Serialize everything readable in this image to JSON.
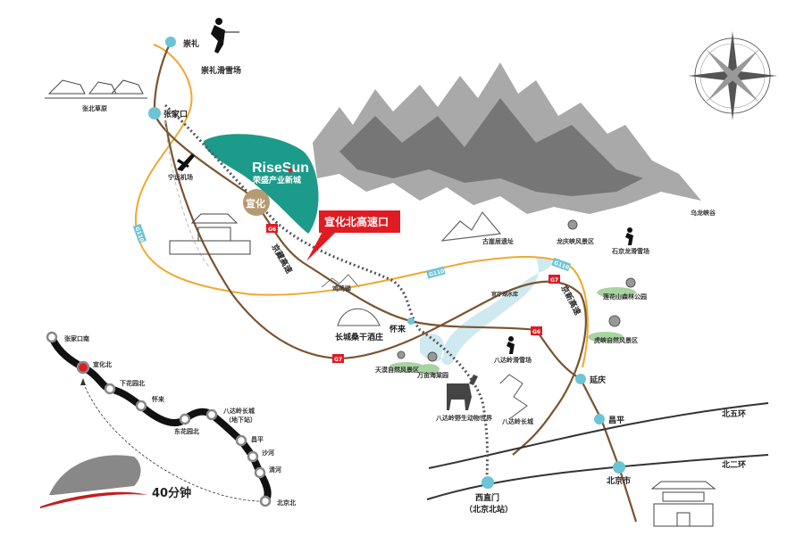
{
  "colors": {
    "road": "#7a5430",
    "g110": "#f0a830",
    "station": "#6cc4d4",
    "teal_zone": "#1c9a8a",
    "callout": "#e01b22",
    "xuanhua": "#b59a72",
    "reservoir": "#cfe9f1",
    "park": "#a9d3a3",
    "rail_inset": "#111111",
    "highlight_station": "#e01b22"
  },
  "brand": {
    "logo_text": "RiseSun",
    "subtitle": "荣盛产业新城"
  },
  "callout": "宣化北高速口",
  "xuanhua": "宣化",
  "highway_badges": {
    "g6": "G6",
    "g7": "G7",
    "g110": "G110"
  },
  "highway_names": {
    "jingzang": "京藏高速",
    "jingxin": "京新高速"
  },
  "stations": {
    "chongli": "崇礼",
    "zhangjiakou": "张家口",
    "huailai": "怀来",
    "yanqing": "延庆",
    "changping": "昌平",
    "beijing": "北京市",
    "xizhimen": "西直门",
    "xizhimen_sub": "（北京北站）"
  },
  "ring_roads": {
    "fifth": "北五环",
    "second": "北二环"
  },
  "landmarks": {
    "chongli_ski": "崇礼滑雪场",
    "zhangbei": "张北草原",
    "airport": "宁远机场",
    "jimingyi": "鸡鸣驿",
    "guyaju": "古崖居遗址",
    "longqingxia": "龙庆峡风景区",
    "shijinglong": "石京龙滑雪场",
    "wulongxia": "乌龙峡谷",
    "guanting": "官厅湖水库",
    "lianhuashan": "莲花山森林公园",
    "huxia": "虎峡自然风景区",
    "winery": "长城桑干酒庄",
    "tianmo": "天漠自然风景区",
    "haitang": "万亩海棠园",
    "badaling_ski": "八达岭滑雪场",
    "wildlife": "八达岭野生动物世界",
    "greatwall": "八达岭长城"
  },
  "rail_inset": {
    "stations": [
      "张家口南",
      "宣化北",
      "下花园北",
      "怀来",
      "东花园北",
      "八达岭长城",
      "昌平",
      "沙河",
      "清河",
      "北京北"
    ],
    "badaling_sub": "（地下站）",
    "highlighted": "宣化北",
    "travel_time": "40分钟"
  },
  "compass": {
    "icon": "compass-rose-icon"
  }
}
